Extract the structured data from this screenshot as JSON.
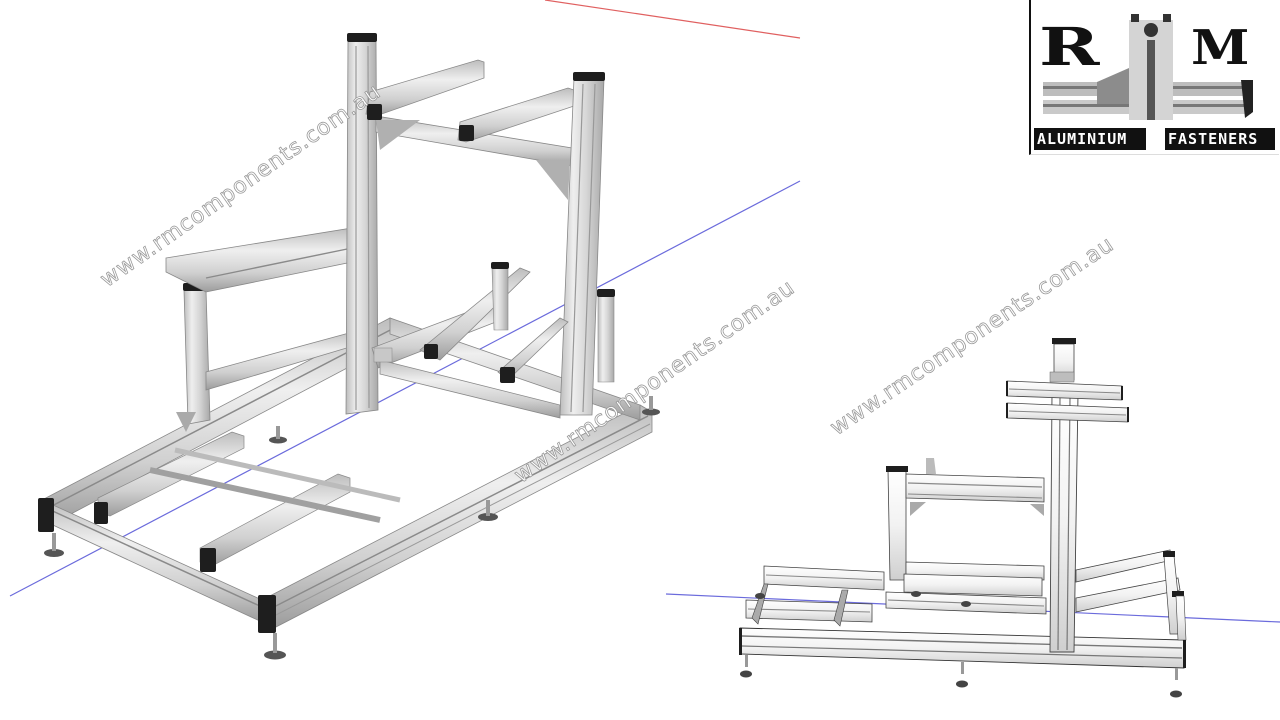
{
  "logo": {
    "letters_left": "R",
    "letters_right": "M",
    "tagline_left": "ALUMINIUM",
    "tagline_right": "FASTENERS"
  },
  "watermarks": [
    {
      "text": "www.rmcomponents.com.au"
    },
    {
      "text": "www.rmcomponents.com.au"
    },
    {
      "text": "www.rmcomponents.com.au"
    }
  ],
  "views": [
    {
      "name": "isometric-view",
      "description": "Aluminium extrusion cockpit frame, 3/4 perspective"
    },
    {
      "name": "front-view",
      "description": "Aluminium extrusion cockpit frame, front perspective"
    }
  ],
  "colors": {
    "background": "#ffffff",
    "aluminium_light": "#e6e6e6",
    "aluminium_mid": "#c4c4c4",
    "aluminium_dark": "#8e8e8e",
    "end_cap": "#1e1e1e",
    "axis_red": "#e06060",
    "axis_blue": "#6b6bdc"
  }
}
